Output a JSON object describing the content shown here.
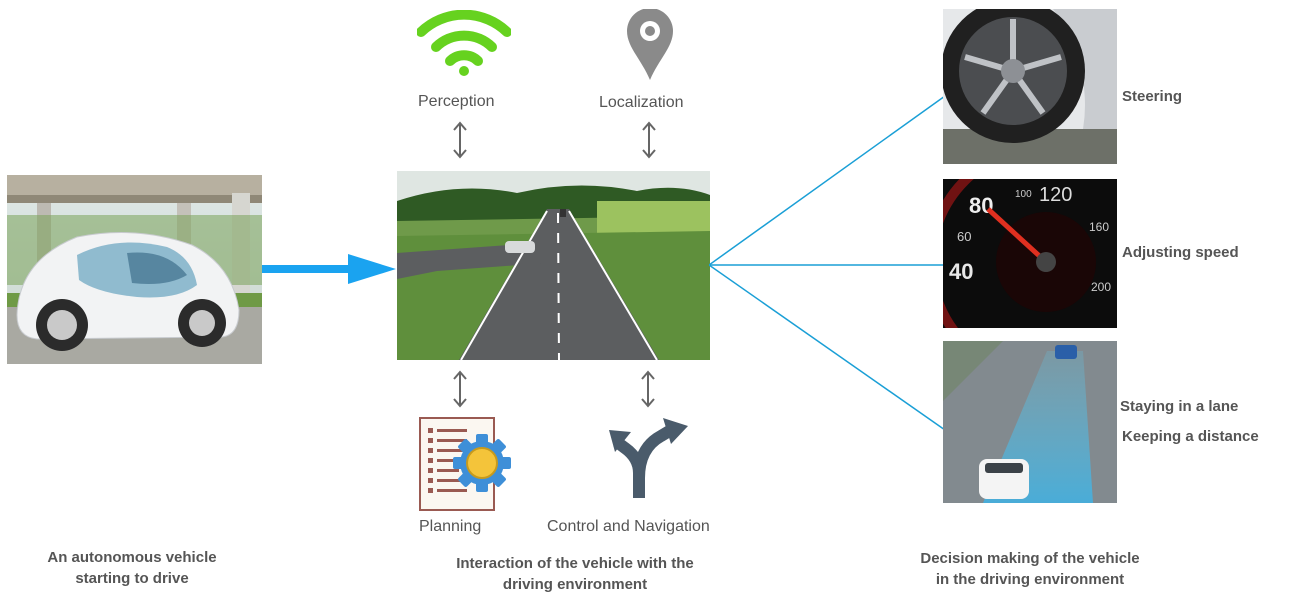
{
  "icons": {
    "perception": "wifi-icon",
    "localization": "map-pin-icon",
    "planning": "planning-gear-icon",
    "control": "fork-arrow-icon"
  },
  "labels": {
    "perception": "Perception",
    "localization": "Localization",
    "planning": "Planning",
    "control": "Control and Navigation"
  },
  "decisions": [
    "Steering",
    "Adjusting speed",
    "Staying in a lane",
    "Keeping a distance"
  ],
  "captions": {
    "left": [
      "An autonomous vehicle",
      "starting to drive"
    ],
    "middle": [
      "Interaction of the vehicle with the",
      "driving environment"
    ],
    "right": [
      "Decision making of the vehicle",
      "in the driving environment"
    ]
  },
  "speedometer": {
    "ticks": [
      "40",
      "60",
      "80",
      "100",
      "120",
      "160",
      "200"
    ]
  },
  "colors": {
    "wifi": "#66d21f",
    "pin": "#8a8a8a",
    "arrow": "#1aa3f0",
    "connector": "#1a9fd6",
    "text": "#555555"
  }
}
